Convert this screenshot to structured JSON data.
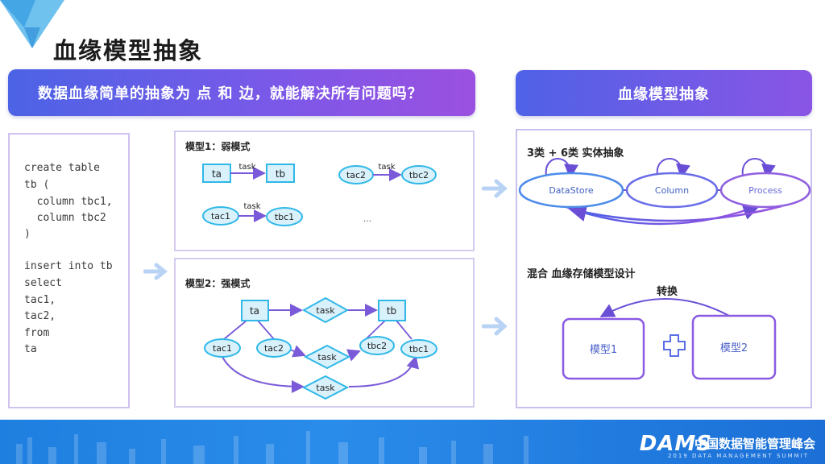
{
  "header": {
    "title": "血缘模型抽象"
  },
  "left_banner": {
    "question": "数据血缘简单的抽象为 点 和 边，就能解决所有问题吗？"
  },
  "right_banner": {
    "title": "血缘模型抽象"
  },
  "code": {
    "lines": [
      "create table",
      "tb (",
      "  column tbc1,",
      "  column tbc2",
      ")",
      "insert into tb",
      "select",
      "tac1,",
      "tac2,",
      "from",
      "ta"
    ]
  },
  "model1": {
    "label": "模型1：弱模式",
    "nodes": {
      "ta": "ta",
      "tb": "tb",
      "tac2": "tac2",
      "tbc2": "tbc2",
      "tac1": "tac1",
      "tbc1": "tbc1"
    },
    "edge_label": "task",
    "ellipsis": "..."
  },
  "model2": {
    "label": "模型2：强模式",
    "nodes": {
      "ta": "ta",
      "tb": "tb",
      "task": "task",
      "tac1": "tac1",
      "tac2": "tac2",
      "tbc2": "tbc2",
      "tbc1": "tbc1"
    }
  },
  "abstraction": {
    "entity_heading": "3类 + 6类 实体抽象",
    "entities": [
      "DataStore",
      "Column",
      "Process"
    ],
    "hybrid_heading": "混合 血缘存储模型设计",
    "convert_label": "转换",
    "model_a": "模型1",
    "model_b": "模型2"
  },
  "footer": {
    "brand": "DAMS",
    "name": "中国数据智能管理峰会",
    "sub": "2019 DATA MANAGEMENT SUMMIT"
  },
  "colors": {
    "accent_blue": "#4c63e6",
    "accent_purple": "#9b50e0",
    "node_cyan": "#2fb8e8",
    "node_fill": "#d9f1fb",
    "panel_border": "#cfc2ef",
    "footer_blue": "#1f7fe0"
  }
}
